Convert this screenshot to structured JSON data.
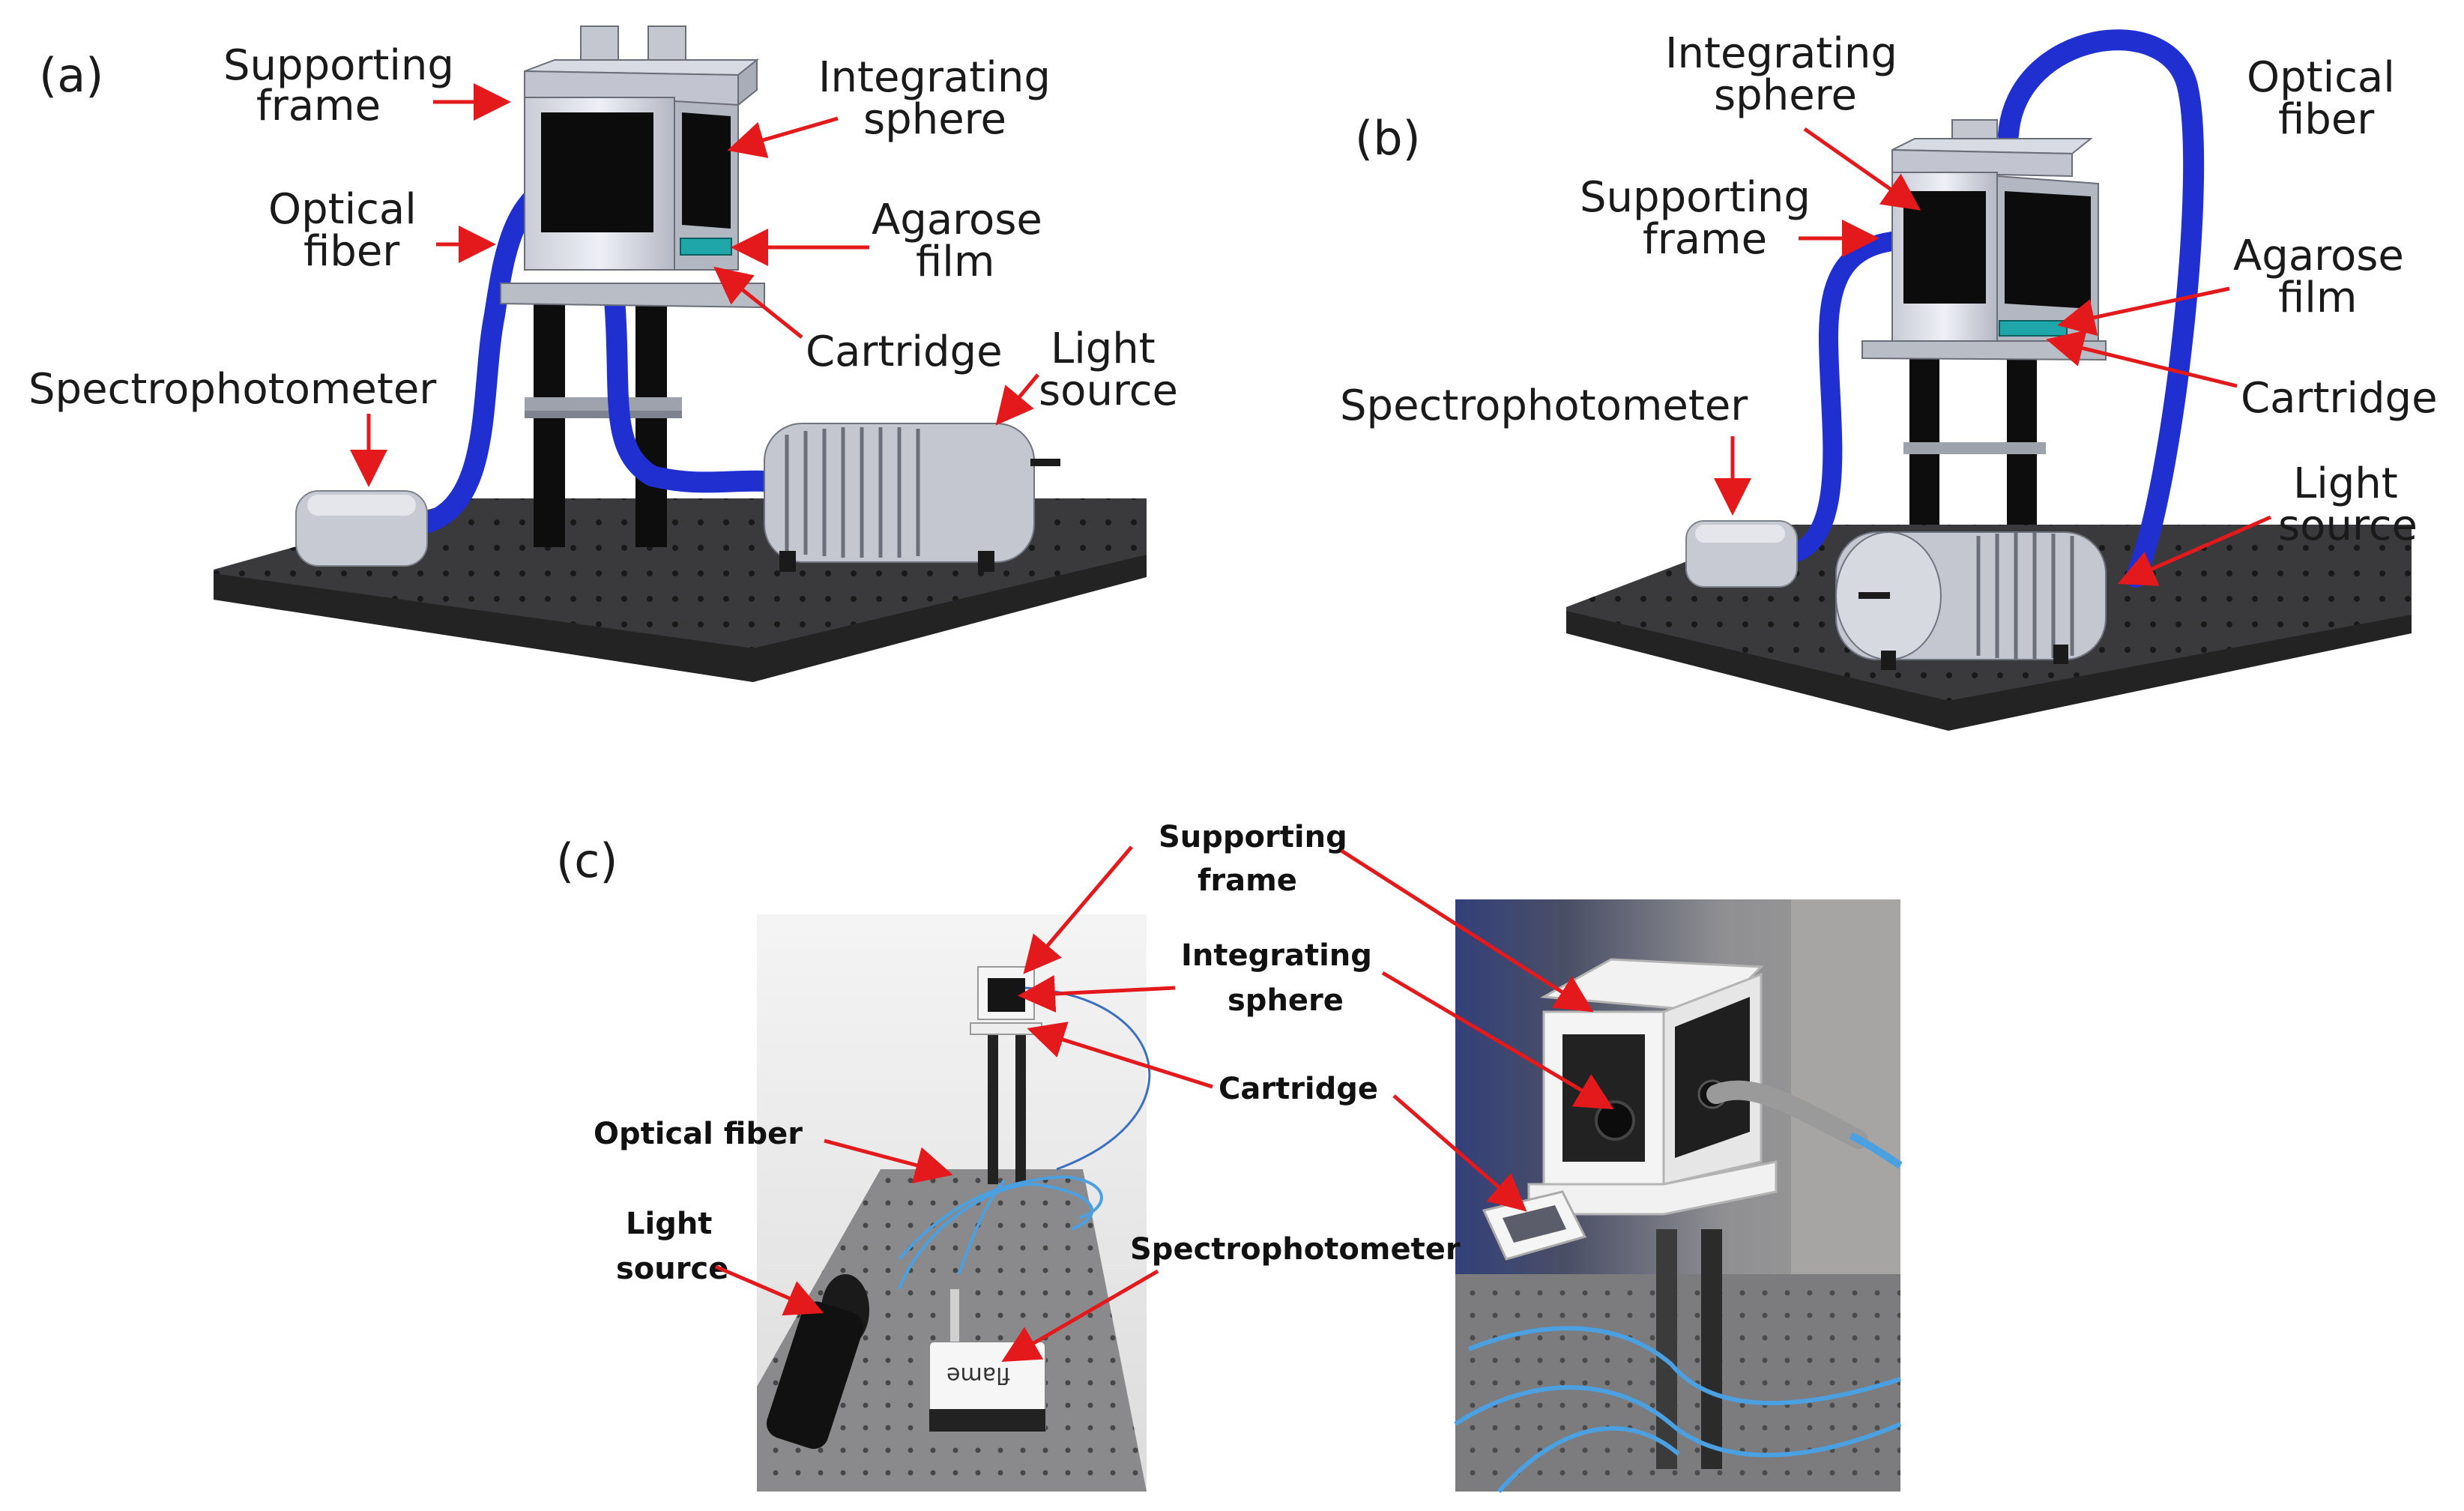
{
  "panels": {
    "a": {
      "tag": "(a)",
      "labels": {
        "supporting_frame_1": "Supporting",
        "supporting_frame_2": "frame",
        "integrating_sphere_1": "Integrating",
        "integrating_sphere_2": "sphere",
        "optical_fiber_1": "Optical",
        "optical_fiber_2": "fiber",
        "agarose_film_1": "Agarose",
        "agarose_film_2": "film",
        "cartridge": "Cartridge",
        "light_source_1": "Light",
        "light_source_2": "source",
        "spectrophotometer": "Spectrophotometer"
      }
    },
    "b": {
      "tag": "(b)",
      "labels": {
        "integrating_sphere_1": "Integrating",
        "integrating_sphere_2": "sphere",
        "optical_fiber_1": "Optical",
        "optical_fiber_2": "fiber",
        "supporting_frame_1": "Supporting",
        "supporting_frame_2": "frame",
        "agarose_film_1": "Agarose",
        "agarose_film_2": "film",
        "cartridge": "Cartridge",
        "spectrophotometer": "Spectrophotometer",
        "light_source_1": "Light",
        "light_source_2": "source"
      }
    },
    "c": {
      "tag": "(c)",
      "labels": {
        "supporting_frame_1": "Supporting",
        "supporting_frame_2": "frame",
        "integrating_sphere_1": "Integrating",
        "integrating_sphere_2": "sphere",
        "cartridge": "Cartridge",
        "optical_fiber": "Optical fiber",
        "light_source_1": "Light",
        "light_source_2": "source",
        "spectrophotometer": "Spectrophotometer"
      },
      "device_brand": "flame"
    }
  },
  "colors": {
    "arrow": "#e3191c",
    "fiber_blue": "#1f2fd0",
    "frame_grey": "#b9bdc6",
    "sphere_black": "#0c0c0c",
    "breadboard": "#2f2f31",
    "film_teal": "#1fa6a8"
  }
}
